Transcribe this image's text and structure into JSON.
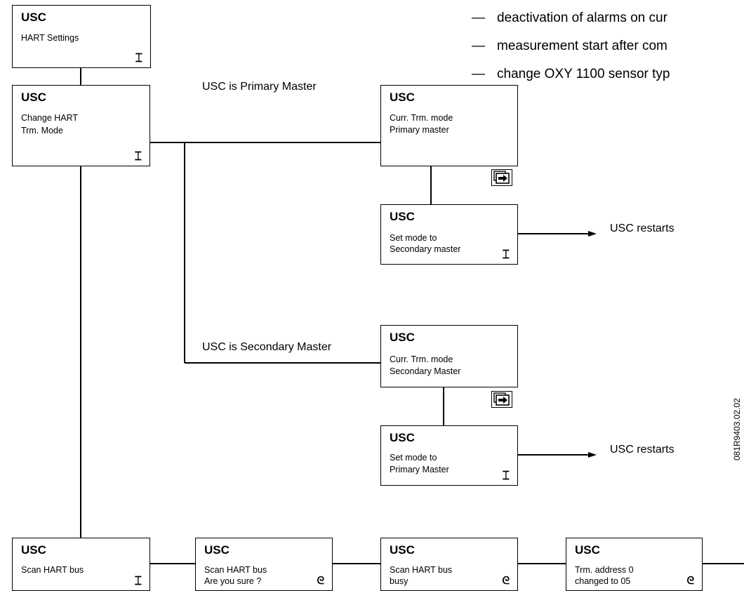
{
  "notes": [
    {
      "dash": "—",
      "text": "deactivation of alarms on cur"
    },
    {
      "dash": "—",
      "text": "measurement start after com"
    },
    {
      "dash": "—",
      "text": "change OXY 1100 sensor typ"
    }
  ],
  "boxes": {
    "hart_settings": {
      "title": "USC",
      "lines": [
        "HART Settings"
      ],
      "symbol": "⌶"
    },
    "change_hart": {
      "title": "USC",
      "lines": [
        "Change HART",
        "Trm. Mode"
      ],
      "symbol": "⌶"
    },
    "curr_primary": {
      "title": "USC",
      "lines": [
        "Curr. Trm. mode",
        "Primary master"
      ]
    },
    "set_secondary": {
      "title": "USC",
      "lines": [
        "Set mode to",
        "Secondary master"
      ],
      "symbol": "⌶"
    },
    "curr_secondary": {
      "title": "USC",
      "lines": [
        "Curr. Trm. mode",
        "Secondary Master"
      ]
    },
    "set_primary": {
      "title": "USC",
      "lines": [
        "Set mode to",
        "Primary Master"
      ],
      "symbol": "⌶"
    },
    "scan_bus": {
      "title": "USC",
      "lines": [
        "Scan HART bus"
      ],
      "symbol": "⌶"
    },
    "scan_confirm": {
      "title": "USC",
      "lines": [
        "Scan HART bus",
        "Are you sure ?"
      ],
      "symbol": "ᘓ"
    },
    "scan_busy": {
      "title": "USC",
      "lines": [
        "Scan HART bus",
        "busy"
      ],
      "symbol": "ᘓ"
    },
    "trm_address": {
      "title": "USC",
      "lines": [
        "Trm. address 0",
        "changed to 05"
      ],
      "symbol": "ᘓ"
    }
  },
  "labels": {
    "primary_branch": "USC is Primary Master",
    "secondary_branch": "USC is Secondary Master",
    "restart_1": "USC restarts",
    "restart_2": "USC restarts",
    "figure_code": "081R9403.02.02"
  }
}
